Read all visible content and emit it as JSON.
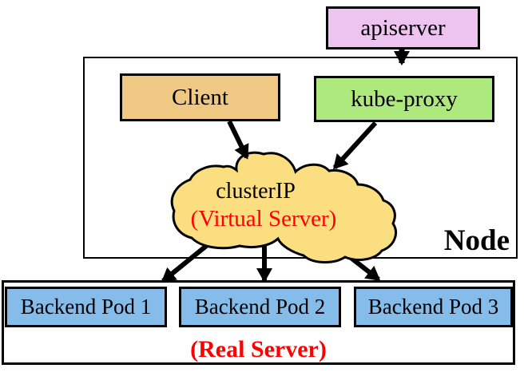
{
  "diagram": {
    "apiserver_label": "apiserver",
    "node": {
      "label": "Node",
      "client_label": "Client",
      "kube_proxy_label": "kube-proxy"
    },
    "cluster_ip": {
      "label": "clusterIP",
      "sublabel": "(Virtual Server)"
    },
    "real_server": {
      "label": "(Real Server)",
      "pods": [
        "Backend Pod 1",
        "Backend Pod 2",
        "Backend Pod 3"
      ]
    },
    "colors": {
      "apiserver_fill": "#ECC4EF",
      "client_fill": "#EFC883",
      "kube_proxy_fill": "#AEE97E",
      "cloud_fill": "#FADE80",
      "pod_fill": "#85BCEA",
      "accent_red": "#FF0000",
      "line": "#000000"
    }
  }
}
